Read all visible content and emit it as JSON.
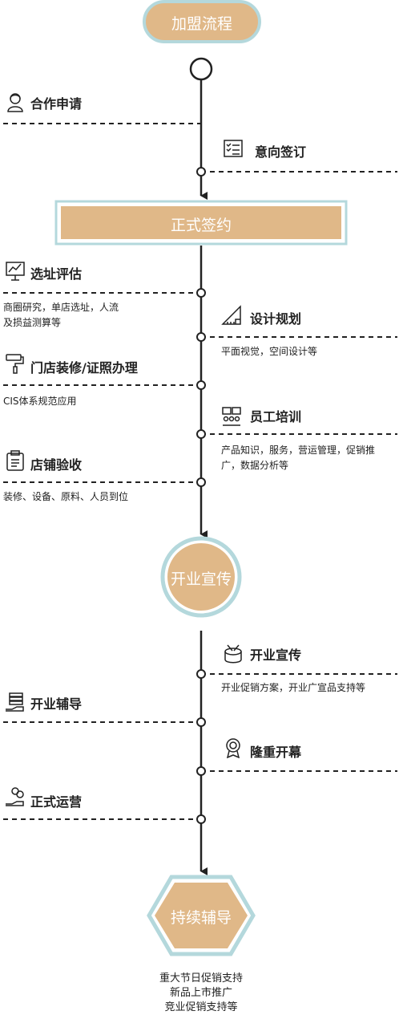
{
  "stages": {
    "start": "加盟流程",
    "sign": "正式签约",
    "opening": "开业宣传",
    "continuing": "持续辅导"
  },
  "steps": {
    "apply": {
      "label": "合作申请",
      "icon": "headset-user-icon"
    },
    "intent": {
      "label": "意向签订",
      "icon": "checklist-icon"
    },
    "site": {
      "label": "选址评估",
      "icon": "chart-board-icon",
      "desc": [
        "商圈研究，单店选址，人流",
        "及损益测算等"
      ]
    },
    "design": {
      "label": "设计规划",
      "icon": "triangle-ruler-icon",
      "desc": [
        "平面视觉，空间设计等"
      ]
    },
    "store": {
      "label": "门店装修/证照办理",
      "icon": "paint-roller-icon",
      "desc": [
        "CIS体系规范应用"
      ]
    },
    "training": {
      "label": "员工培训",
      "icon": "classroom-icon",
      "desc": [
        "产品知识，服务，营运管理，促销推",
        "广，数据分析等"
      ]
    },
    "acceptance": {
      "label": "店铺验收",
      "icon": "clipboard-icon",
      "desc": [
        "装修、设备、原料、人员到位"
      ]
    },
    "promotion": {
      "label": "开业宣传",
      "icon": "drum-icon",
      "desc": [
        "开业促销方案，开业广宣品支持等"
      ]
    },
    "guidance": {
      "label": "开业辅导",
      "icon": "hand-stack-icon"
    },
    "ceremony": {
      "label": "隆重开幕",
      "icon": "award-badge-icon"
    },
    "operation": {
      "label": "正式运营",
      "icon": "money-hand-icon"
    }
  },
  "final_notes": [
    "重大节日促销支持",
    "新品上市推广",
    "竞业促销支持等"
  ],
  "colors": {
    "accent": "#E0B888",
    "border": "#B4D8DC",
    "line": "#222222"
  }
}
